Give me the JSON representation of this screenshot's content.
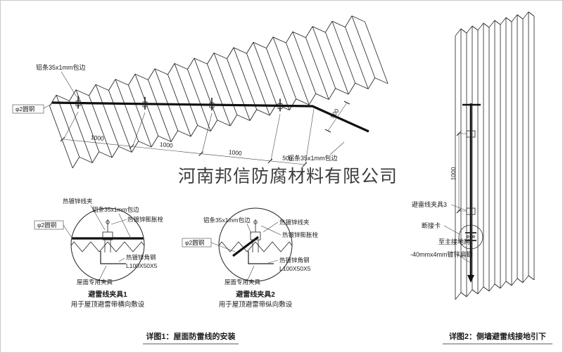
{
  "watermark": "河南邦信防腐材料有限公司",
  "colors": {
    "line": "#222222",
    "red": "#c21807",
    "watermark": "#a0a0a0"
  },
  "roof_view": {
    "label_edge_top": "铝条35x1mm包边",
    "label_round_steel": "φ2圆钢",
    "label_edge_bottom": "铝条35x1mm包边",
    "dims": [
      "1000",
      "1000",
      "1000",
      "500"
    ],
    "dim_overhang": "500"
  },
  "detail1": {
    "labels": {
      "wire_clamp": "热镀锌线夹",
      "edge_strip": "铝条35x1mm包边",
      "expansion_bolt": "热镀锌膨胀栓",
      "round_steel": "φ2圆钢",
      "angle_steel": "热镀锌角钢",
      "angle_size": "L100X50X5",
      "roof_fixture": "屋面专用夹具"
    },
    "title": "避雷线夹具1",
    "subtitle": "用于屋顶避雷带横向敷设"
  },
  "detail2": {
    "labels": {
      "wire_clamp": "热镀锌线夹",
      "edge_strip": "铝条35x1mm包边",
      "expansion_bolt": "热镀锌膨胀栓",
      "round_steel": "φ2圆钢",
      "angle_steel": "热镀锌角钢",
      "angle_size": "L100X50X5",
      "roof_fixture": "屋面专用夹具"
    },
    "title": "避雷线夹具2",
    "subtitle": "用于屋顶避雷带纵向敷设"
  },
  "wall_view": {
    "dim_height": "1000",
    "label_clamp3": "避雷线夹具3",
    "label_disconnect": "断接卡",
    "label_ground": "至主接地网",
    "label_flat_steel": "-40mmx4mm镀锌扁钢"
  },
  "captions": {
    "detail1": "详图1：屋面防雷线的安装",
    "detail2": "详图2：侧墙避雷线接地引下"
  }
}
